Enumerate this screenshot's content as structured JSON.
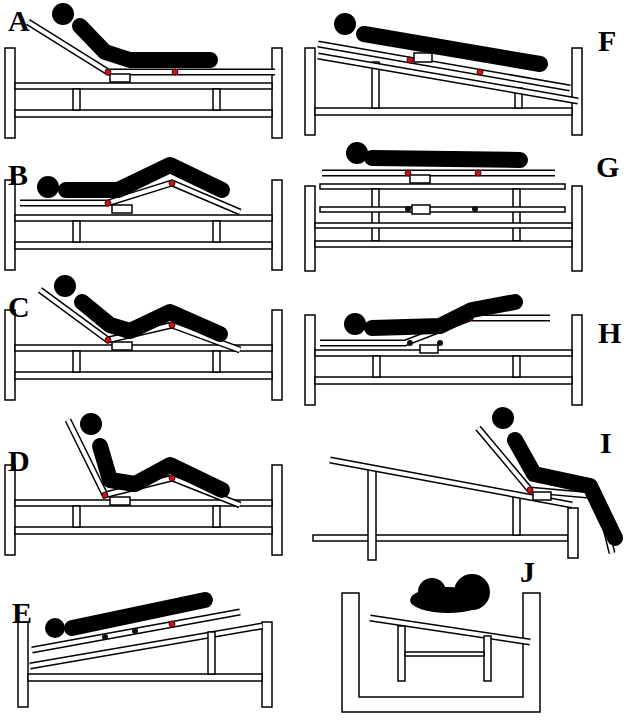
{
  "diagram": {
    "labels": [
      "A",
      "F",
      "B",
      "G",
      "C",
      "H",
      "D",
      "I",
      "E",
      "J"
    ]
  }
}
